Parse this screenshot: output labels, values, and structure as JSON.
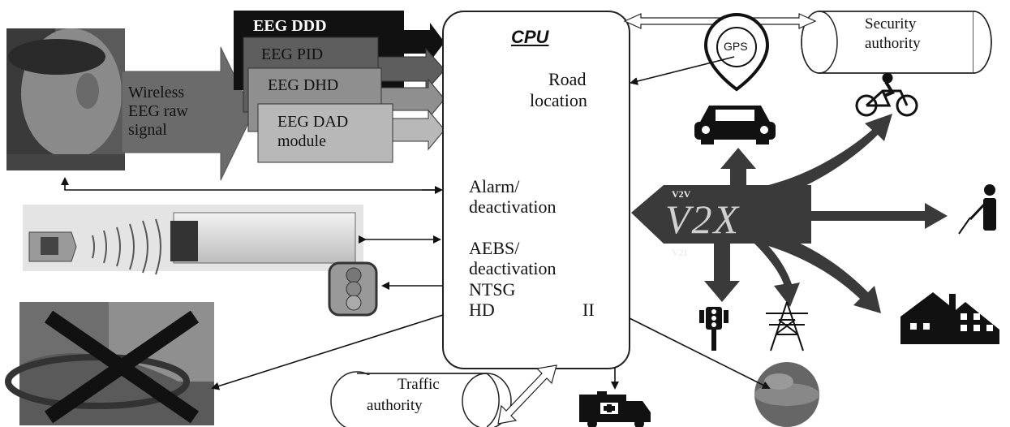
{
  "cpu": {
    "title": "CPU",
    "road_location": [
      "Road",
      "location"
    ],
    "alarm": [
      "Alarm/",
      "deactivation"
    ],
    "aebs": [
      "AEBS/",
      "deactivation"
    ],
    "ntsg": "NTSG",
    "hd": "HD",
    "ii": "II"
  },
  "eeg_input": [
    "Wireless",
    "EEG raw",
    "signal"
  ],
  "eeg_modules": {
    "ddd": "EEG DDD",
    "pid": "EEG PID",
    "dhd": "EEG DHD",
    "dad": [
      "EEG DAD",
      "module"
    ]
  },
  "security_authority": [
    "Security",
    "authority"
  ],
  "traffic_authority": [
    "Traffic",
    "authority"
  ],
  "v2x": {
    "main": "V2X",
    "v2v": "V2V",
    "v2i": "V2I"
  },
  "gps_label": "GPS",
  "colors": {
    "frame": "#222222",
    "arrow_dark": "#333333",
    "arrow_mid": "#6b6b6b",
    "box_dark": "#111111",
    "box_mid": "#5e5e5e",
    "box_light": "#8f8f8f",
    "box_lighter": "#b8b8b8"
  },
  "icons": [
    "car-icon",
    "gps-pin-icon",
    "bicycle-icon",
    "pedestrian-icon",
    "traffic-light-icon",
    "power-tower-icon",
    "houses-icon",
    "ambulance-icon",
    "globe-crossed-icon"
  ]
}
